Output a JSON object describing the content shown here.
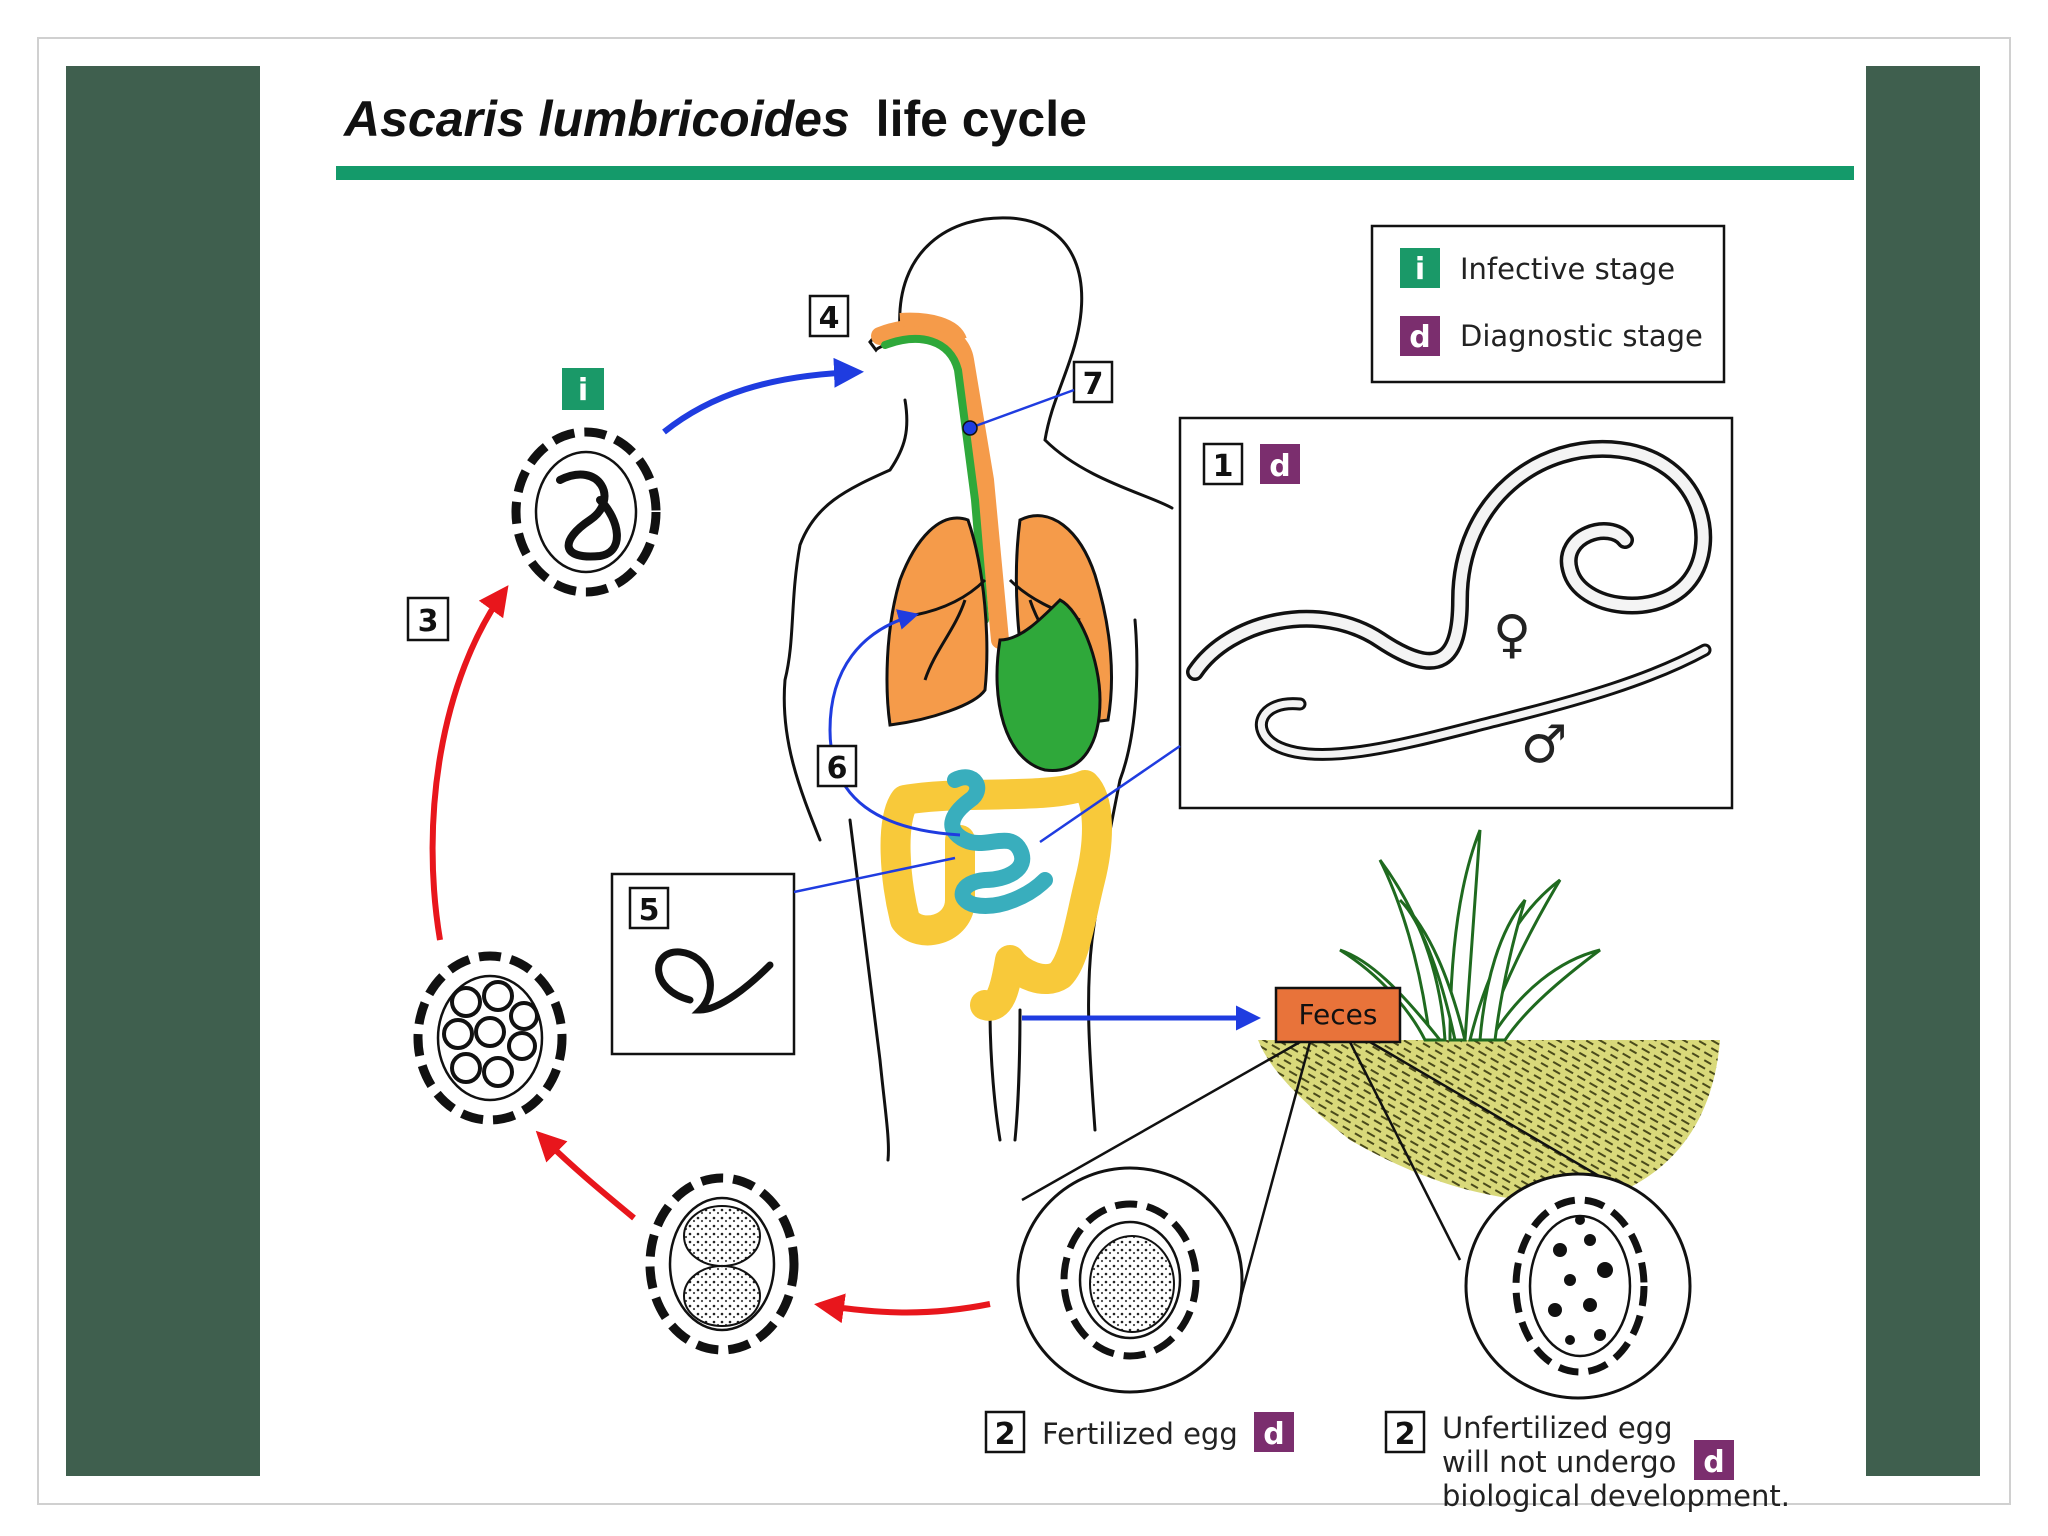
{
  "title": {
    "species": "Ascaris lumbricoides",
    "rest": "life cycle"
  },
  "legend": {
    "infective_badge": "i",
    "infective_label": "Infective stage",
    "diagnostic_badge": "d",
    "diagnostic_label": "Diagnostic stage"
  },
  "steps": {
    "s1": "1",
    "s2": "2",
    "s3": "3",
    "s4": "4",
    "s5": "5",
    "s6": "6",
    "s7": "7"
  },
  "badges": {
    "infective": "i",
    "diagnostic": "d"
  },
  "adult_worms": {
    "female_symbol": "♀",
    "male_symbol": "♂"
  },
  "feces_label": "Feces",
  "captions": {
    "fertilized": "Fertilized egg",
    "unfertilized_line1": "Unfertilized egg",
    "unfertilized_line2": "will not undergo",
    "unfertilized_line3": "biological development."
  },
  "colors": {
    "side_panel": "#3f5f4e",
    "title_rule": "#149a6a",
    "infective_green": "#1a9968",
    "diagnostic_purple": "#7b2e6e",
    "lungs_orange": "#f59b4a",
    "stomach_green": "#2fa83a",
    "colon_yellow": "#f8c93a",
    "small_intestine_teal": "#39aebd",
    "blue_arrow": "#1f3ce0",
    "red_arrow": "#e8161c",
    "feces_orange": "#e8733a",
    "soil_yellow": "#d9d97a"
  }
}
